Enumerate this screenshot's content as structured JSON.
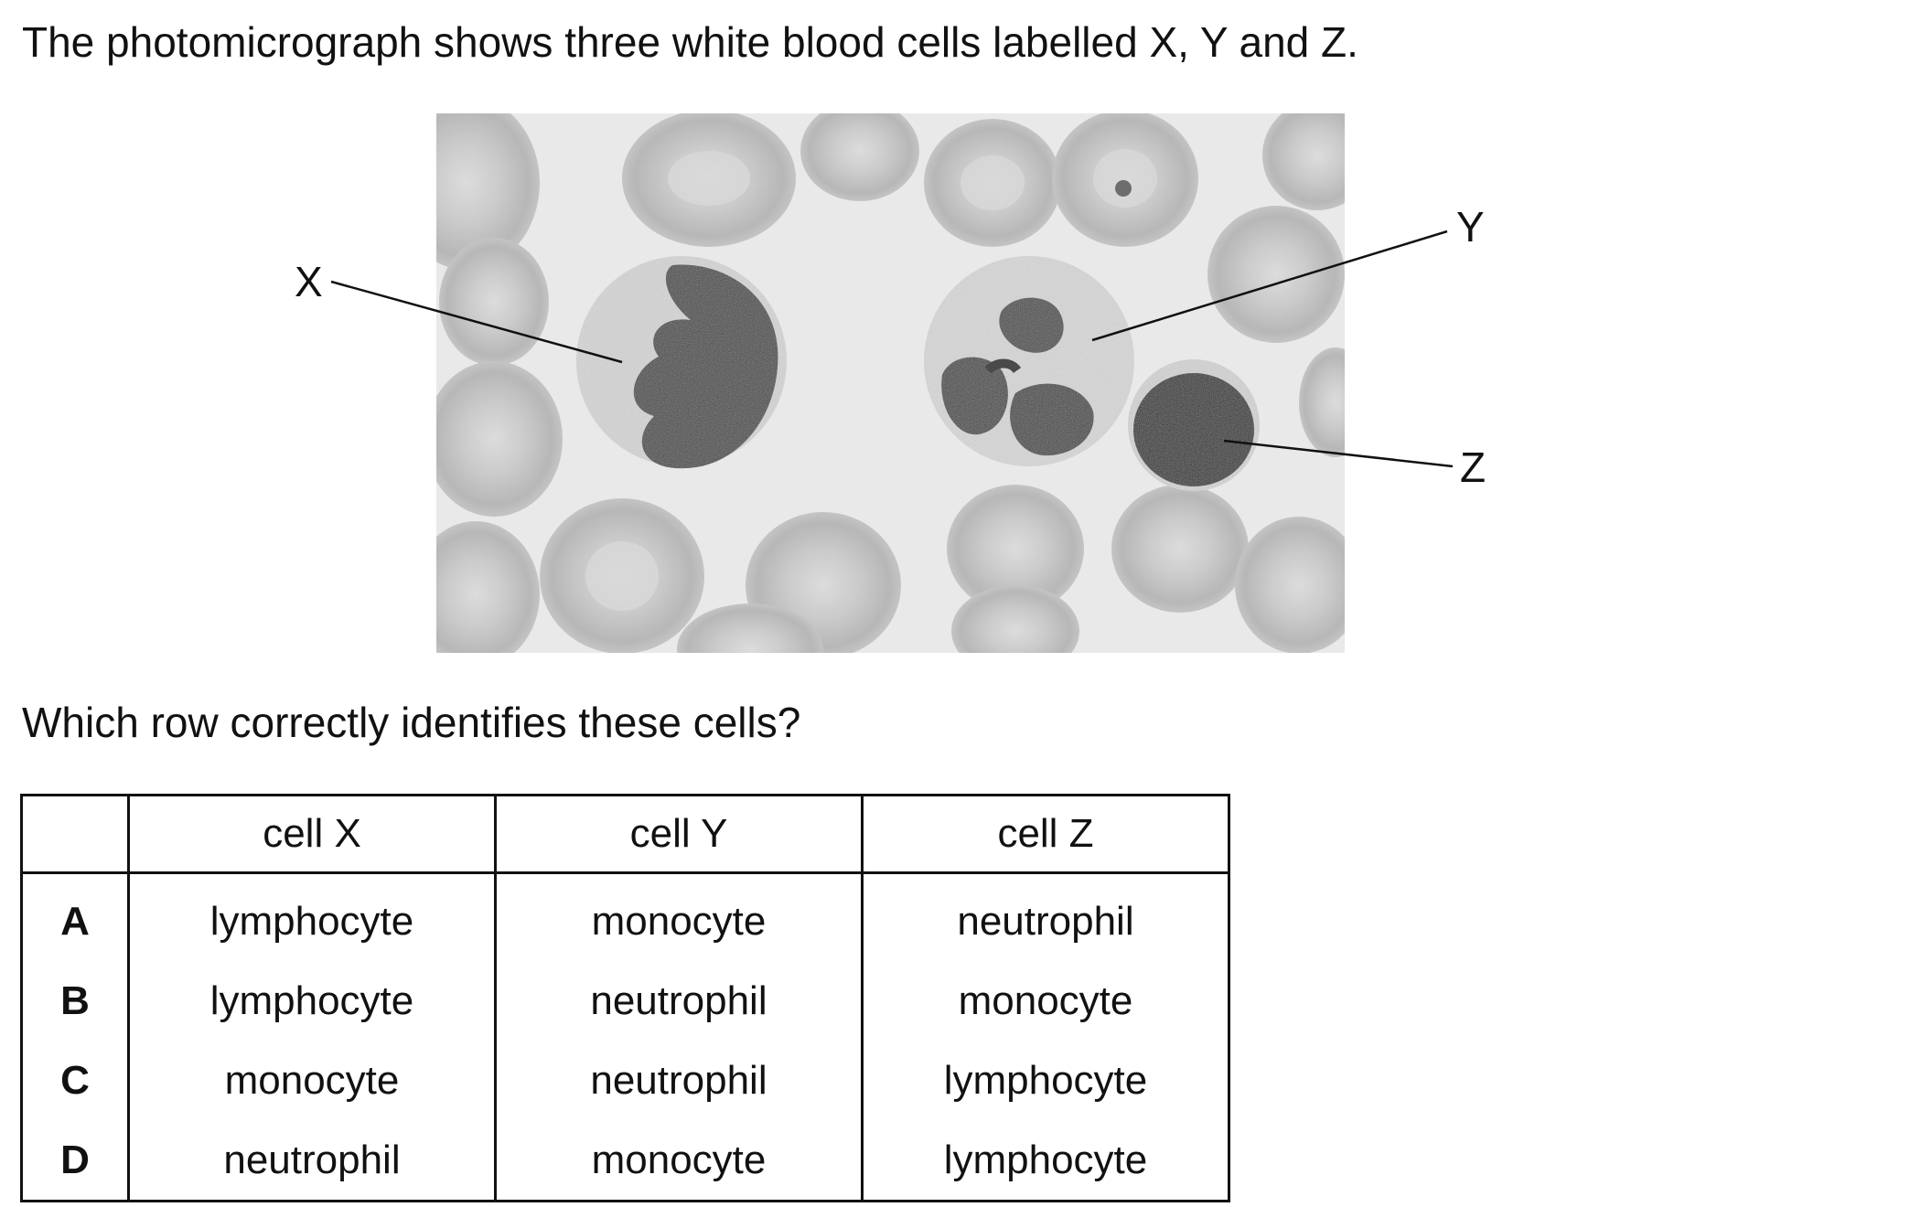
{
  "question": {
    "stem": "The photomicrograph shows three white blood cells labelled X, Y and Z.",
    "prompt": "Which row correctly identifies these cells?"
  },
  "figure": {
    "labels": {
      "x": "X",
      "y": "Y",
      "z": "Z"
    },
    "colors": {
      "background": "#e9e9e9",
      "red_cell": "#bdbdbd",
      "nucleus": "#454545",
      "cytoplasm": "#d6d6d6"
    }
  },
  "table": {
    "headers": [
      "",
      "cell X",
      "cell Y",
      "cell Z"
    ],
    "rows": [
      {
        "key": "A",
        "cells": [
          "lymphocyte",
          "monocyte",
          "neutrophil"
        ]
      },
      {
        "key": "B",
        "cells": [
          "lymphocyte",
          "neutrophil",
          "monocyte"
        ]
      },
      {
        "key": "C",
        "cells": [
          "monocyte",
          "neutrophil",
          "lymphocyte"
        ]
      },
      {
        "key": "D",
        "cells": [
          "neutrophil",
          "monocyte",
          "lymphocyte"
        ]
      }
    ]
  }
}
